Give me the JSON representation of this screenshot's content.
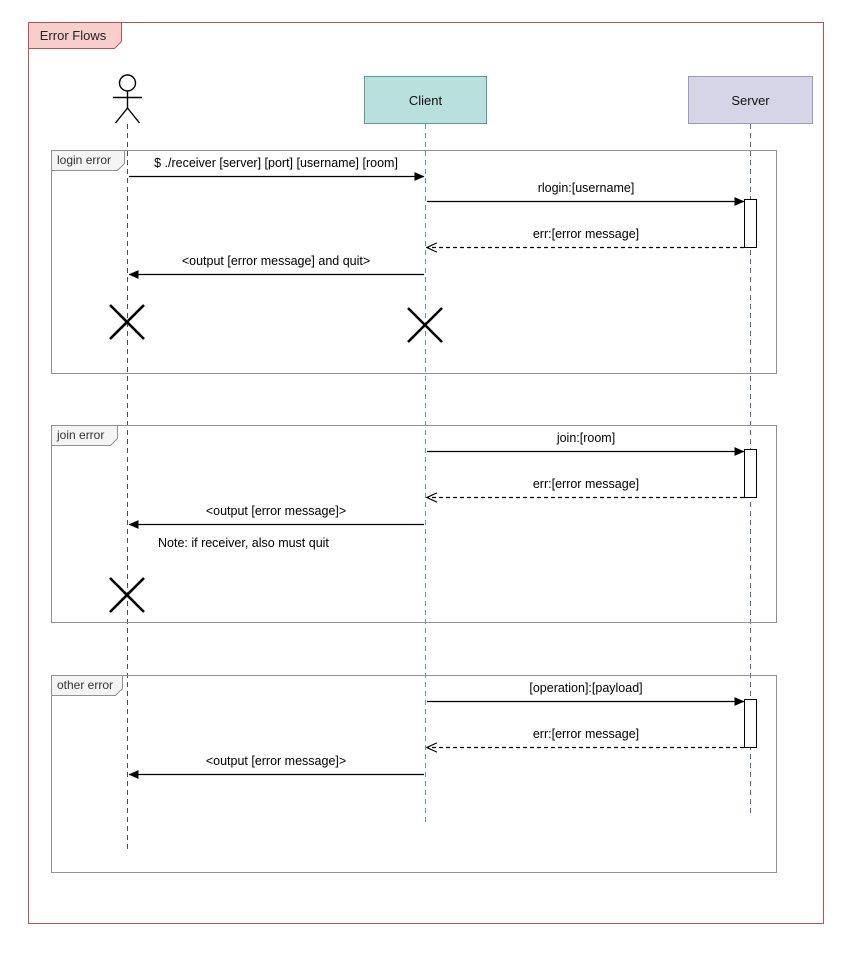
{
  "colors": {
    "outer_border": "#b85450",
    "title_fill": "#f8cecc",
    "client_fill": "#b9e0dd",
    "client_border": "#52a09b",
    "server_fill": "#d6d5e8",
    "server_border": "#9a98bf",
    "server_line": "#5d6a86",
    "frame_border": "#919191",
    "frame_label_fill": "#f4f4f4",
    "actor_line": "#4d4d4d"
  },
  "diagram": {
    "title": "Error Flows",
    "participants": {
      "client": "Client",
      "server": "Server"
    },
    "frames": {
      "login_error": {
        "label": "login error",
        "messages": {
          "run_command": "$ ./receiver [server] [port] [username] [room]",
          "rlogin": "rlogin:[username]",
          "err": "err:[error message]",
          "output_quit": "<output [error message] and quit>"
        }
      },
      "join_error": {
        "label": "join error",
        "messages": {
          "join": "join:[room]",
          "err": "err:[error message]",
          "output": "<output [error message]>"
        },
        "note": "Note: if receiver, also must quit"
      },
      "other_error": {
        "label": "other error",
        "messages": {
          "operation": "[operation]:[payload]",
          "err": "err:[error message]",
          "output": "<output [error message]>"
        }
      }
    }
  }
}
